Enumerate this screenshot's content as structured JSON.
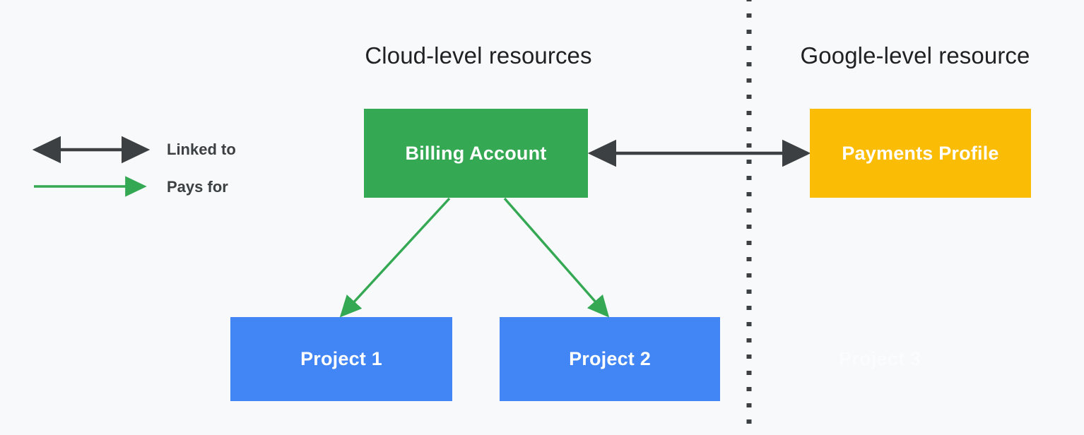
{
  "diagram": {
    "background_color": "#f7f9fa",
    "sections": [
      {
        "id": "cloud-level",
        "title": "Cloud-level resources"
      },
      {
        "id": "google-level",
        "title": "Google-level resource"
      }
    ],
    "divider": {
      "name": "vertical-dotted-divider",
      "color": "#3c4043",
      "style": "dotted"
    },
    "legend": {
      "items": [
        {
          "id": "linked-to",
          "label": "Linked to",
          "color": "#3c4043",
          "arrow": "double"
        },
        {
          "id": "pays-for",
          "label": "Pays for",
          "color": "#34a853",
          "arrow": "single"
        }
      ]
    },
    "nodes": [
      {
        "id": "billing-account",
        "label": "Billing Account",
        "color": "#34a853",
        "text_color": "#ffffff"
      },
      {
        "id": "payments-profile",
        "label": "Payments Profile",
        "color": "#fbbc05",
        "text_color": "#ffffff"
      },
      {
        "id": "project-1",
        "label": "Project 1",
        "color": "#4285f4",
        "text_color": "#ffffff"
      },
      {
        "id": "project-2",
        "label": "Project 2",
        "color": "#4285f4",
        "text_color": "#ffffff"
      },
      {
        "id": "project-3",
        "label": "Project 3",
        "color": "transparent",
        "text_color": "#fbfcfd"
      }
    ],
    "edges": [
      {
        "id": "billing-to-payments",
        "from": "billing-account",
        "to": "payments-profile",
        "type": "linked-to",
        "color": "#3c4043",
        "arrow": "double"
      },
      {
        "id": "billing-to-project-1",
        "from": "billing-account",
        "to": "project-1",
        "type": "pays-for",
        "color": "#34a853",
        "arrow": "single"
      },
      {
        "id": "billing-to-project-2",
        "from": "billing-account",
        "to": "project-2",
        "type": "pays-for",
        "color": "#34a853",
        "arrow": "single"
      }
    ]
  }
}
